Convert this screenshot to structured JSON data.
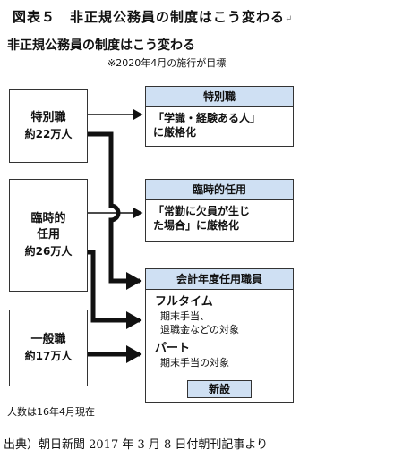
{
  "figure_title": "図表５　非正規公務員の制度はこう変わる",
  "subtitle": "非正規公務員の制度はこう変わる",
  "note": "※2020年4月の施行が目標",
  "left_boxes": [
    {
      "title": "特別職",
      "count": "約22万人"
    },
    {
      "title": "臨時的\n任用",
      "count": "約26万人"
    },
    {
      "title": "一般職",
      "count": "約17万人"
    }
  ],
  "right_boxes": {
    "special": {
      "header": "特別職",
      "body": "「学識・経験ある人」\nに厳格化"
    },
    "temporary": {
      "header": "臨時的任用",
      "body": "「常勤に欠員が生じ\nた場合」に厳格化"
    },
    "fiscal": {
      "header": "会計年度任用職員",
      "fulltime_title": "フルタイム",
      "fulltime_body": "期末手当、\n退職金などの対象",
      "parttime_title": "パート",
      "parttime_body": "期末手当の対象",
      "new_label": "新設"
    }
  },
  "footnote": "人数は16年4月現在",
  "source": "出典）朝日新聞 2017 年 3 月 8 日付朝刊記事より",
  "colors": {
    "header_fill": "#cfe0f3",
    "line": "#111111"
  }
}
